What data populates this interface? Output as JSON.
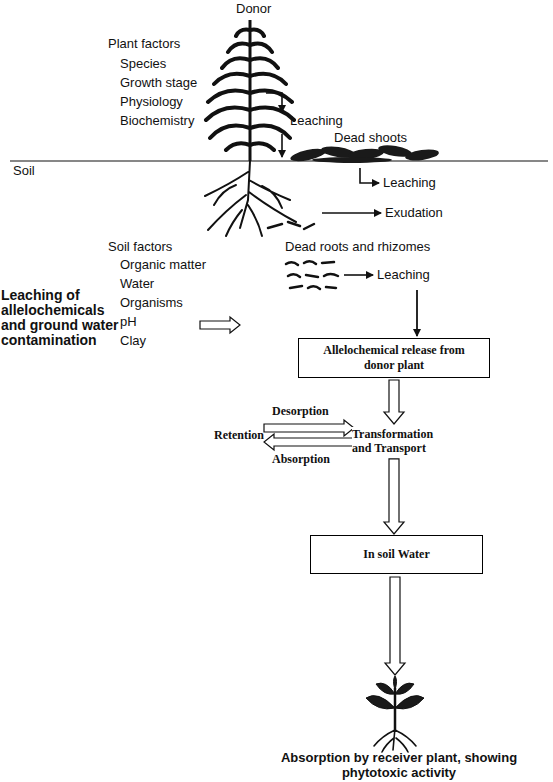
{
  "diagram": {
    "nodes": [
      {
        "text": [
          "Allelochemical release from donor plant"
        ]
      },
      {
        "text": [
          "In soil Water"
        ]
      }
    ],
    "edges": [
      {
        "from": 0,
        "to": 1,
        "arrow": "to",
        "label": "Transformation and Transport"
      }
    ],
    "labels": [
      "Donor",
      "Plant factors",
      "Species",
      "Growth stage",
      "Physiology",
      "Biochemistry",
      "Leaching",
      "Dead shoots",
      "Soil",
      "Leaching",
      "Exudation",
      "Soil factors",
      "Dead roots and rhizomes",
      "Organic matter",
      "Water",
      "Organisms",
      "pH",
      "Clay",
      "Leaching",
      "Leaching of allelochemicals and ground water contamination",
      "Desorption",
      "Retention",
      "Absorption",
      "Absorption by receiver plant, showing phytotoxic activity"
    ]
  }
}
